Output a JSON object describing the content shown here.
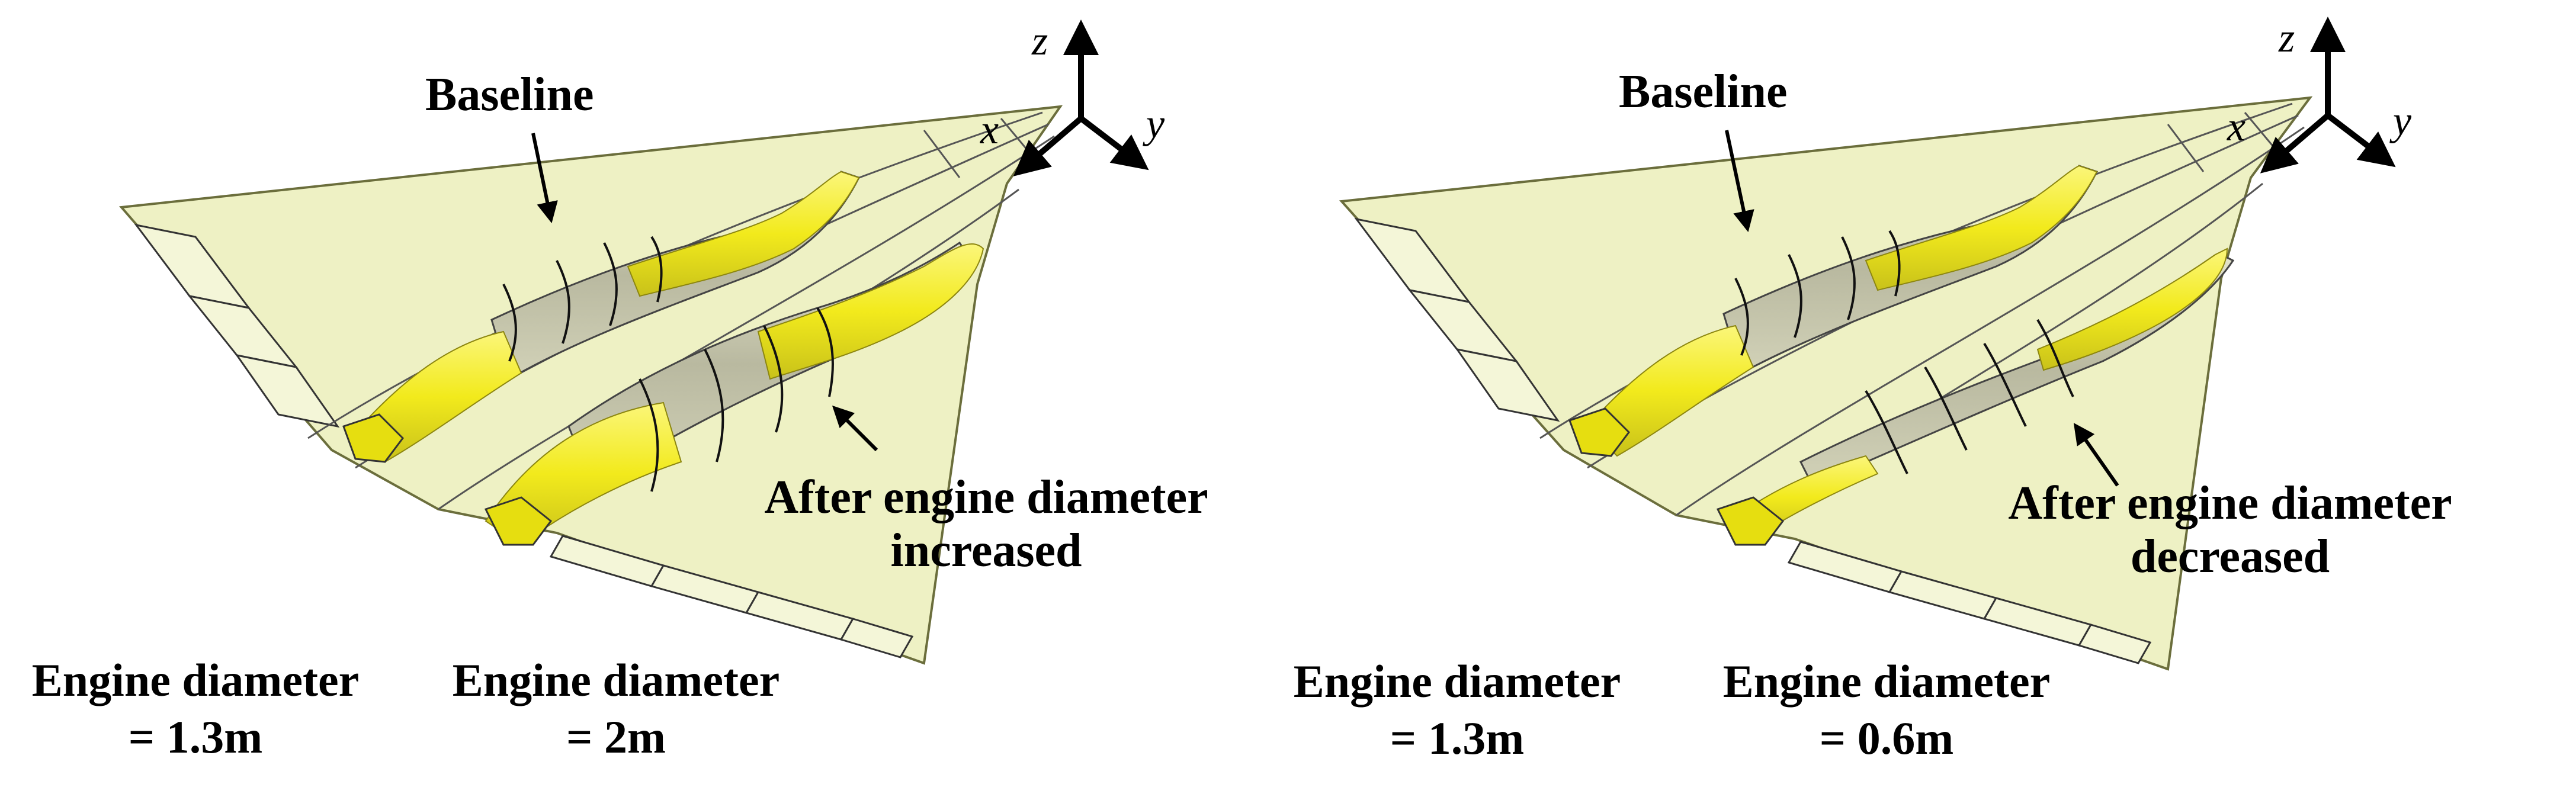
{
  "left_panel": {
    "baseline_label": "Baseline",
    "modified_label_line1": "After engine diameter",
    "modified_label_line2": "increased",
    "engine1_label": "Engine diameter",
    "engine1_value": "= 1.3m",
    "engine2_label": "Engine diameter",
    "engine2_value": "= 2m",
    "axes": {
      "x": "x",
      "y": "y",
      "z": "z"
    }
  },
  "right_panel": {
    "baseline_label": "Baseline",
    "modified_label_line1": "After engine diameter",
    "modified_label_line2": "decreased",
    "engine1_label": "Engine diameter",
    "engine1_value": "= 1.3m",
    "engine2_label": "Engine diameter",
    "engine2_value": "= 0.6m",
    "axes": {
      "x": "x",
      "y": "y",
      "z": "z"
    }
  },
  "colors": {
    "airframe_fill": "#eef1c4",
    "airframe_edge": "#6b6e3c",
    "engine_yellow": "#f2ea1c",
    "engine_shadow": "#c9c21a",
    "duct_grey": "#b9b9a0"
  }
}
